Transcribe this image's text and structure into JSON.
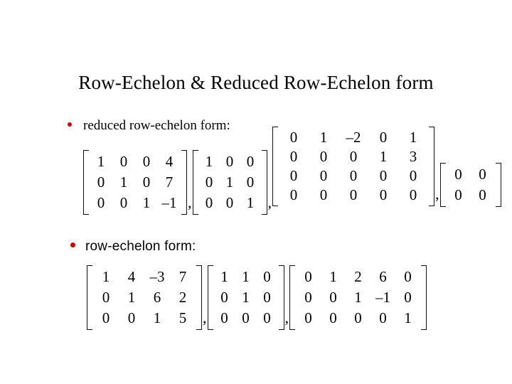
{
  "slide": {
    "title": "Row-Echelon & Reduced Row-Echelon form",
    "background_color": "#FFFFFF",
    "text_color": "#000000",
    "bullet_color": "#CC0000"
  },
  "bullets": [
    {
      "marker": "bullet-dot",
      "label": "reduced row-echelon form:",
      "matrices": [
        {
          "name": "rref-matrix-1",
          "rows": 3,
          "cols": 4,
          "values": [
            [
              "1",
              "0",
              "0",
              "4"
            ],
            [
              "0",
              "1",
              "0",
              "7"
            ],
            [
              "0",
              "0",
              "1",
              "–1"
            ]
          ],
          "separator": ","
        },
        {
          "name": "rref-matrix-2",
          "rows": 3,
          "cols": 3,
          "values": [
            [
              "1",
              "0",
              "0"
            ],
            [
              "0",
              "1",
              "0"
            ],
            [
              "0",
              "0",
              "1"
            ]
          ],
          "separator": ","
        },
        {
          "name": "rref-matrix-3",
          "rows": 4,
          "cols": 5,
          "values": [
            [
              "0",
              "1",
              "–2",
              "0",
              "1"
            ],
            [
              "0",
              "0",
              "0",
              "1",
              "3"
            ],
            [
              "0",
              "0",
              "0",
              "0",
              "0"
            ],
            [
              "0",
              "0",
              "0",
              "0",
              "0"
            ]
          ],
          "separator": ","
        },
        {
          "name": "rref-matrix-4",
          "rows": 2,
          "cols": 2,
          "values": [
            [
              "0",
              "0"
            ],
            [
              "0",
              "0"
            ]
          ],
          "separator": ""
        }
      ]
    },
    {
      "marker": "bullet-dot",
      "label": "row-echelon form:",
      "matrices": [
        {
          "name": "ref-matrix-1",
          "rows": 3,
          "cols": 4,
          "values": [
            [
              "1",
              "4",
              "–3",
              "7"
            ],
            [
              "0",
              "1",
              "6",
              "2"
            ],
            [
              "0",
              "0",
              "1",
              "5"
            ]
          ],
          "separator": ","
        },
        {
          "name": "ref-matrix-2",
          "rows": 3,
          "cols": 3,
          "values": [
            [
              "1",
              "1",
              "0"
            ],
            [
              "0",
              "1",
              "0"
            ],
            [
              "0",
              "0",
              "0"
            ]
          ],
          "separator": ","
        },
        {
          "name": "ref-matrix-3",
          "rows": 3,
          "cols": 5,
          "values": [
            [
              "0",
              "1",
              "2",
              "6",
              "0"
            ],
            [
              "0",
              "0",
              "1",
              "–1",
              "0"
            ],
            [
              "0",
              "0",
              "0",
              "0",
              "1"
            ]
          ],
          "separator": ""
        }
      ]
    }
  ]
}
